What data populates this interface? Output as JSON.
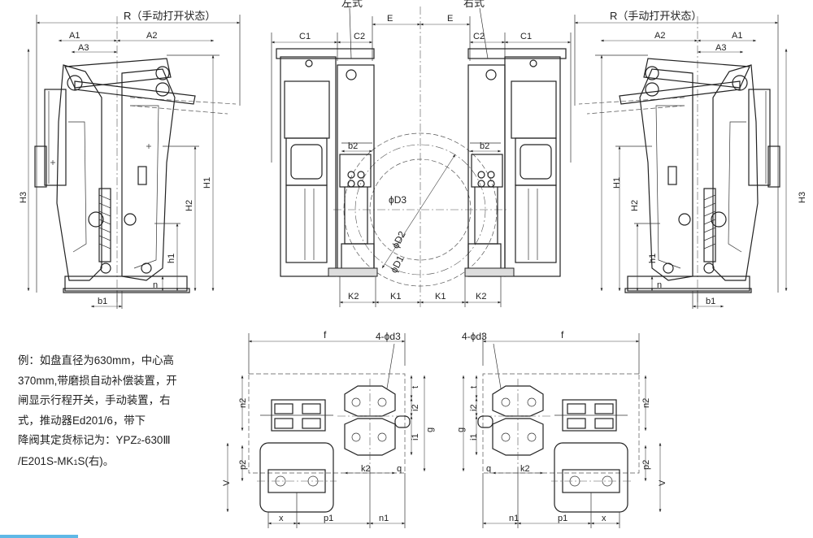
{
  "labels": {
    "R_left": "R（手动打开状态）",
    "R_right": "R（手动打开状态）",
    "left_style": "左式",
    "right_style": "右式",
    "A1": "A1",
    "A2": "A2",
    "A3": "A3",
    "C1": "C1",
    "C2": "C2",
    "E": "E",
    "H1": "H1",
    "H2": "H2",
    "H3": "H3",
    "h1": "h1",
    "n": "n",
    "b1": "b1",
    "b2": "b2",
    "D1": "ϕD1",
    "D2": "ϕD2",
    "D3": "ϕD3",
    "K1": "K1",
    "K2": "K2",
    "f": "f",
    "d3": "4-ϕd3",
    "n1": "n1",
    "n2": "n2",
    "p1": "p1",
    "p2": "p2",
    "i1": "i1",
    "i2": "i2",
    "t": "t",
    "g": "g",
    "k2": "k2",
    "q": "q",
    "x": "x",
    "V": "V"
  },
  "note": {
    "line1": "例：如盘直径为630mm，中心高",
    "line2": "370mm,带磨损自动补偿装置，开",
    "line3": "闸显示行程开关，手动装置，右",
    "line4": "式，推动器Ed201/6，带下",
    "line5_a": "降阀其定货标记为：YPZ",
    "line5_sub": "2",
    "line5_b": "-630Ⅲ",
    "line6_a": "/E201S-MK",
    "line6_sub": "1",
    "line6_b": "S(右)。"
  }
}
